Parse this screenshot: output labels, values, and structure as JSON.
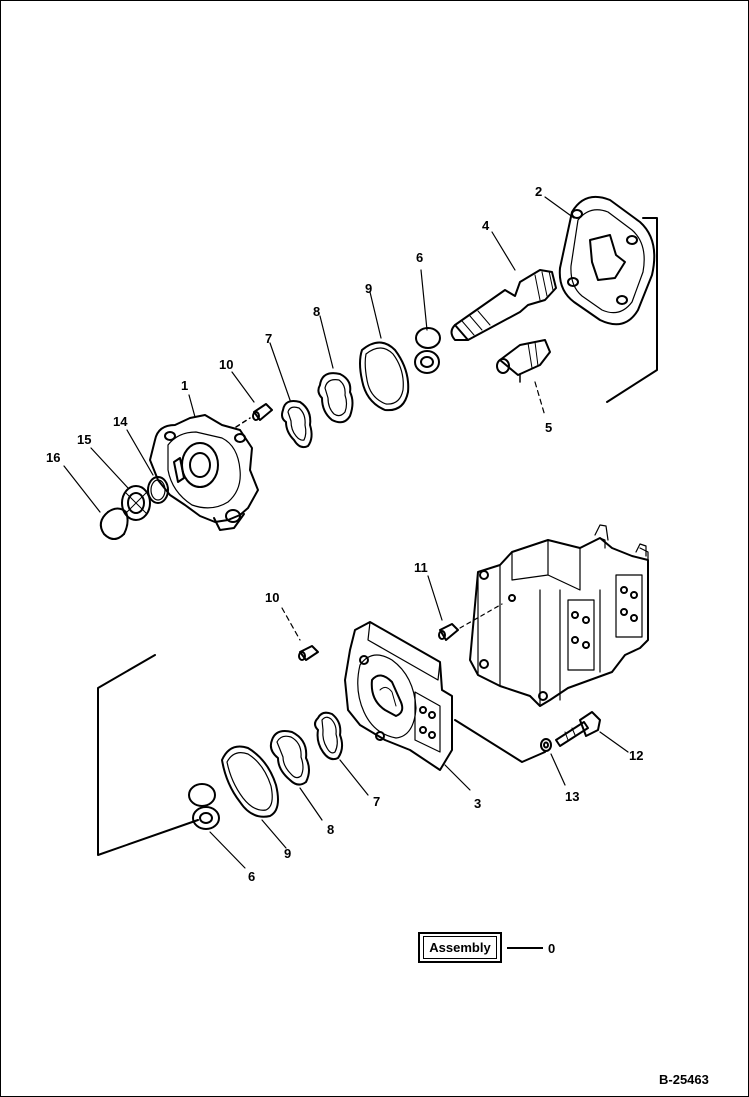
{
  "labels": {
    "p1": "1",
    "p2": "2",
    "p3": "3",
    "p4": "4",
    "p5": "5",
    "p6_top": "6",
    "p6_bottom": "6",
    "p7_top": "7",
    "p7_bottom": "7",
    "p8_top": "8",
    "p8_bottom": "8",
    "p9_top": "9",
    "p9_bottom": "9",
    "p10_top": "10",
    "p10_bottom": "10",
    "p11": "11",
    "p12": "12",
    "p13": "13",
    "p14": "14",
    "p15": "15",
    "p16": "16"
  },
  "assembly": {
    "label": "Assembly",
    "value": "0"
  },
  "drawing_code": "B-25463"
}
